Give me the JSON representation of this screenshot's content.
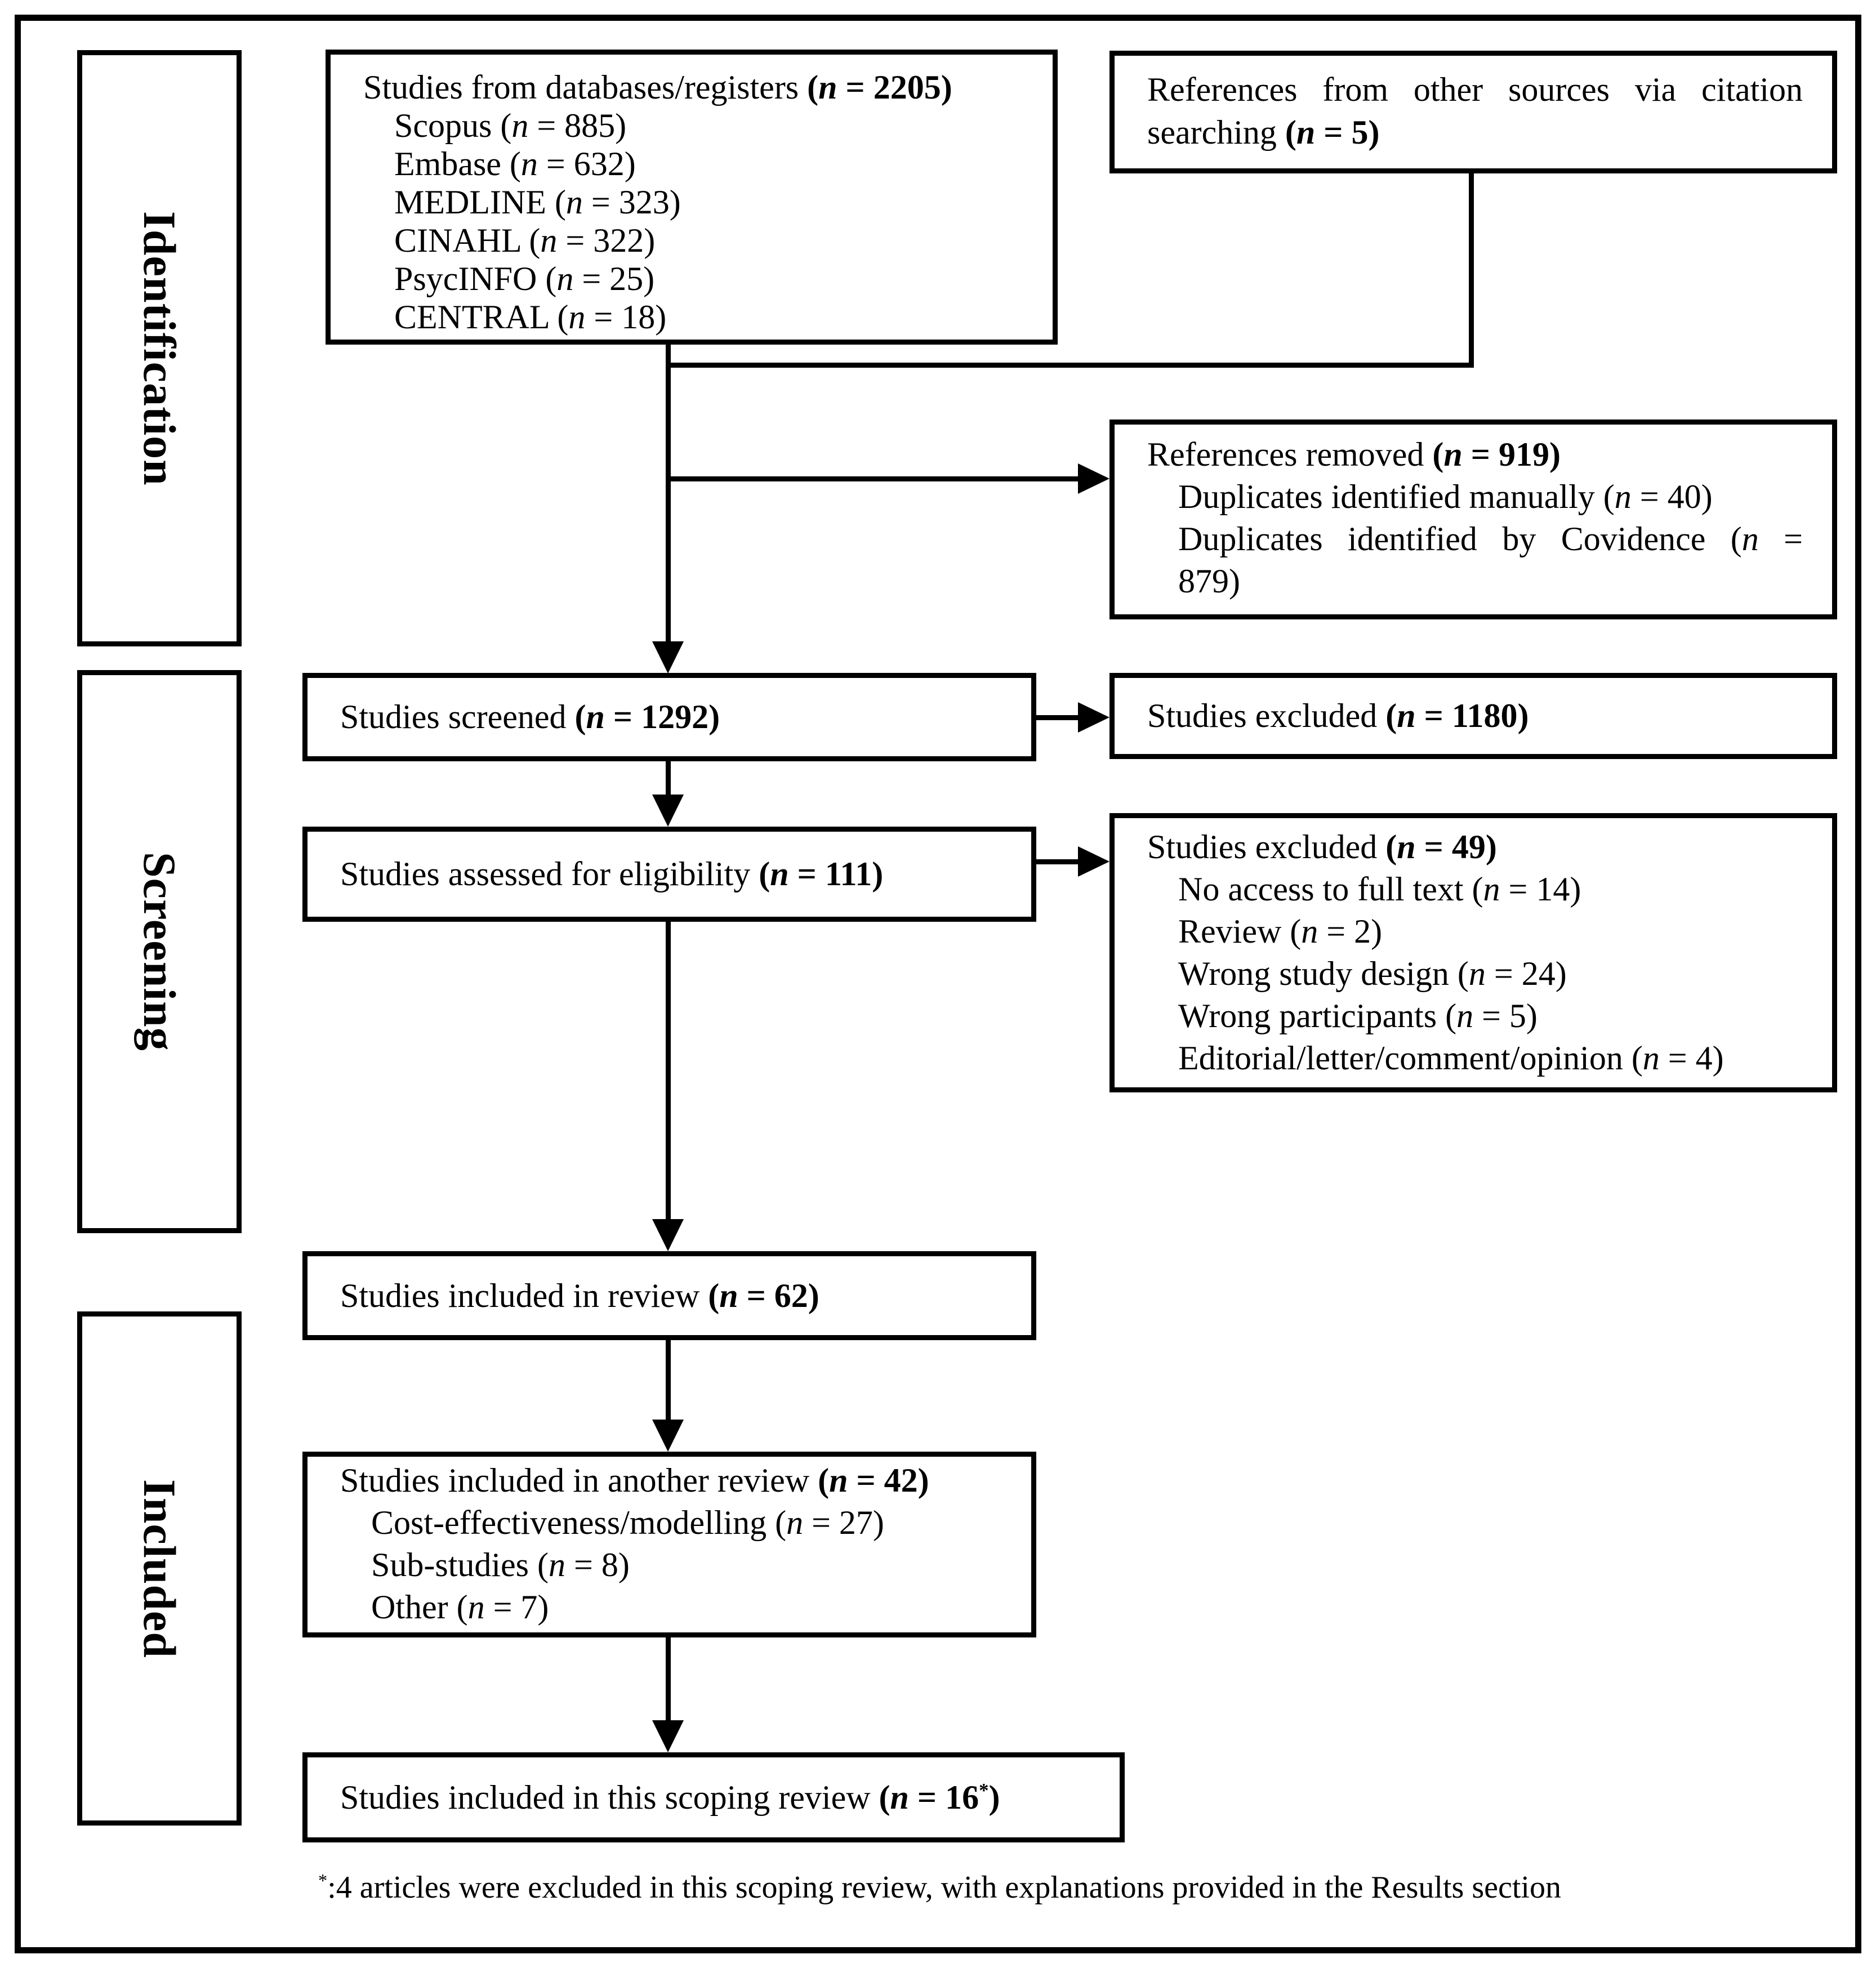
{
  "stages": [
    {
      "label": "Identification"
    },
    {
      "label": "Screening"
    },
    {
      "label": "Included"
    }
  ],
  "boxes": {
    "databases": {
      "lines": [
        {
          "tokens": [
            "t:Studies from databases/registers ",
            "b:(",
            "bi:n",
            "b: = 2205)"
          ]
        },
        {
          "indent": true,
          "tokens": [
            "t:Scopus (",
            "i:n",
            "t: = 885)"
          ]
        },
        {
          "indent": true,
          "tokens": [
            "t:Embase (",
            "i:n",
            "t: = 632)"
          ]
        },
        {
          "indent": true,
          "tokens": [
            "t:MEDLINE (",
            "i:n",
            "t: = 323)"
          ]
        },
        {
          "indent": true,
          "tokens": [
            "t:CINAHL (",
            "i:n",
            "t: = 322)"
          ]
        },
        {
          "indent": true,
          "tokens": [
            "t:PsycINFO (",
            "i:n",
            "t: = 25)"
          ]
        },
        {
          "indent": true,
          "tokens": [
            "t:CENTRAL (",
            "i:n",
            "t: = 18)"
          ]
        }
      ]
    },
    "citation": {
      "lines": [
        {
          "just": true,
          "tokens": [
            "t:References from other sources via citation"
          ]
        },
        {
          "tokens": [
            "t:searching ",
            "b:(",
            "bi:n",
            "b: = 5)"
          ]
        }
      ]
    },
    "removed": {
      "lines": [
        {
          "tokens": [
            "t:References removed ",
            "b:(",
            "bi:n",
            "b: = 919)"
          ]
        },
        {
          "indent": true,
          "tokens": [
            "t:Duplicates identified manually (",
            "i:n",
            "t: = 40)"
          ]
        },
        {
          "indent": true,
          "just": true,
          "tokens": [
            "t:Duplicates identified by Covidence (",
            "i:n",
            "t: ="
          ]
        },
        {
          "indent": true,
          "tokens": [
            "t:879)"
          ]
        }
      ]
    },
    "screened": {
      "lines": [
        {
          "tokens": [
            "t:Studies screened ",
            "b:(",
            "bi:n",
            "b: = 1292)"
          ]
        }
      ]
    },
    "excluded_screening": {
      "lines": [
        {
          "tokens": [
            "t:Studies excluded ",
            "b:(",
            "bi:n",
            "b: = 1180)"
          ]
        }
      ]
    },
    "assessed": {
      "lines": [
        {
          "tokens": [
            "t:Studies assessed for eligibility ",
            "b:(",
            "bi:n",
            "b: = 111)"
          ]
        }
      ]
    },
    "excluded_eligibility": {
      "lines": [
        {
          "tokens": [
            "t:Studies excluded ",
            "b:(",
            "bi:n",
            "b: = 49)"
          ]
        },
        {
          "indent": true,
          "tokens": [
            "t:No access to full text (",
            "i:n",
            "t: = 14)"
          ]
        },
        {
          "indent": true,
          "tokens": [
            "t:Review (",
            "i:n",
            "t: = 2)"
          ]
        },
        {
          "indent": true,
          "tokens": [
            "t:Wrong study design (",
            "i:n",
            "t: = 24)"
          ]
        },
        {
          "indent": true,
          "tokens": [
            "t:Wrong participants (",
            "i:n",
            "t: = 5)"
          ]
        },
        {
          "indent": true,
          "tokens": [
            "t:Editorial/letter/comment/opinion (",
            "i:n",
            "t: = 4)"
          ]
        }
      ]
    },
    "included_review": {
      "lines": [
        {
          "tokens": [
            "t:Studies included in review ",
            "b:(",
            "bi:n",
            "b: = 62)"
          ]
        }
      ]
    },
    "another_review": {
      "lines": [
        {
          "tokens": [
            "t:Studies included in another review ",
            "b:(",
            "bi:n",
            "b: = 42)"
          ]
        },
        {
          "indent": true,
          "tokens": [
            "t:Cost-effectiveness/modelling (",
            "i:n",
            "t: = 27)"
          ]
        },
        {
          "indent": true,
          "tokens": [
            "t:Sub-studies (",
            "i:n",
            "t: = 8)"
          ]
        },
        {
          "indent": true,
          "tokens": [
            "t:Other (",
            "i:n",
            "t: = 7)"
          ]
        }
      ]
    },
    "scoping_review": {
      "lines": [
        {
          "tokens": [
            "t:Studies included in this scoping review ",
            "b:(",
            "bi:n",
            "b: = 16",
            "bs:*",
            "b:)"
          ]
        }
      ]
    }
  },
  "footnote": {
    "lines": [
      {
        "tokens": [
          "s:*",
          "t::4 articles were excluded in this scoping review, with explanations provided in the Results section"
        ]
      }
    ]
  },
  "colors": {
    "ink": "#000000",
    "background": "#ffffff"
  }
}
